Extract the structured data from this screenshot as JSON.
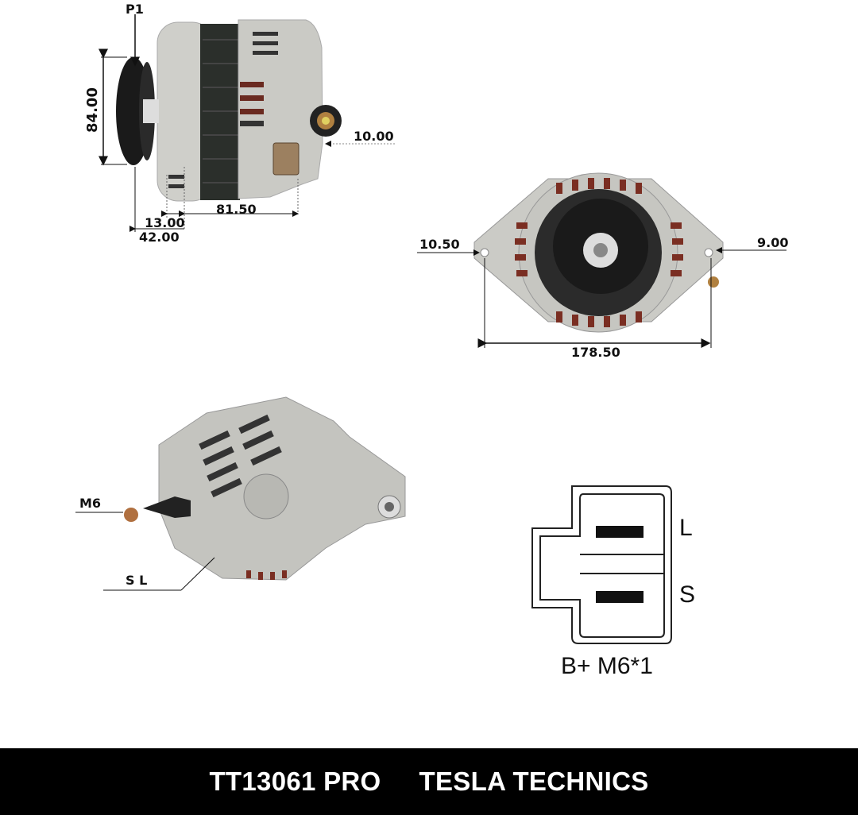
{
  "side_view": {
    "pulley_label": "P1",
    "height_dim": "84.00",
    "terminal_dim": "10.00",
    "body_dim": "81.50",
    "offset_dim_1": "13.00",
    "offset_dim_2": "42.00"
  },
  "front_view": {
    "left_hole_dim": "10.50",
    "right_hole_dim": "9.00",
    "mount_width_dim": "178.50"
  },
  "rear_view": {
    "terminal_label": "M6",
    "plug_label": "S L"
  },
  "connector": {
    "pin_top": "L",
    "pin_bottom": "S",
    "caption": "B+ M6*1"
  },
  "footer": {
    "part_number": "TT13061 PRO",
    "brand": "TESLA TECHNICS"
  },
  "colors": {
    "body": "#c9c9c4",
    "dark": "#1d1d1d",
    "copper": "#8a3a2a",
    "footer_bg": "#000000"
  }
}
